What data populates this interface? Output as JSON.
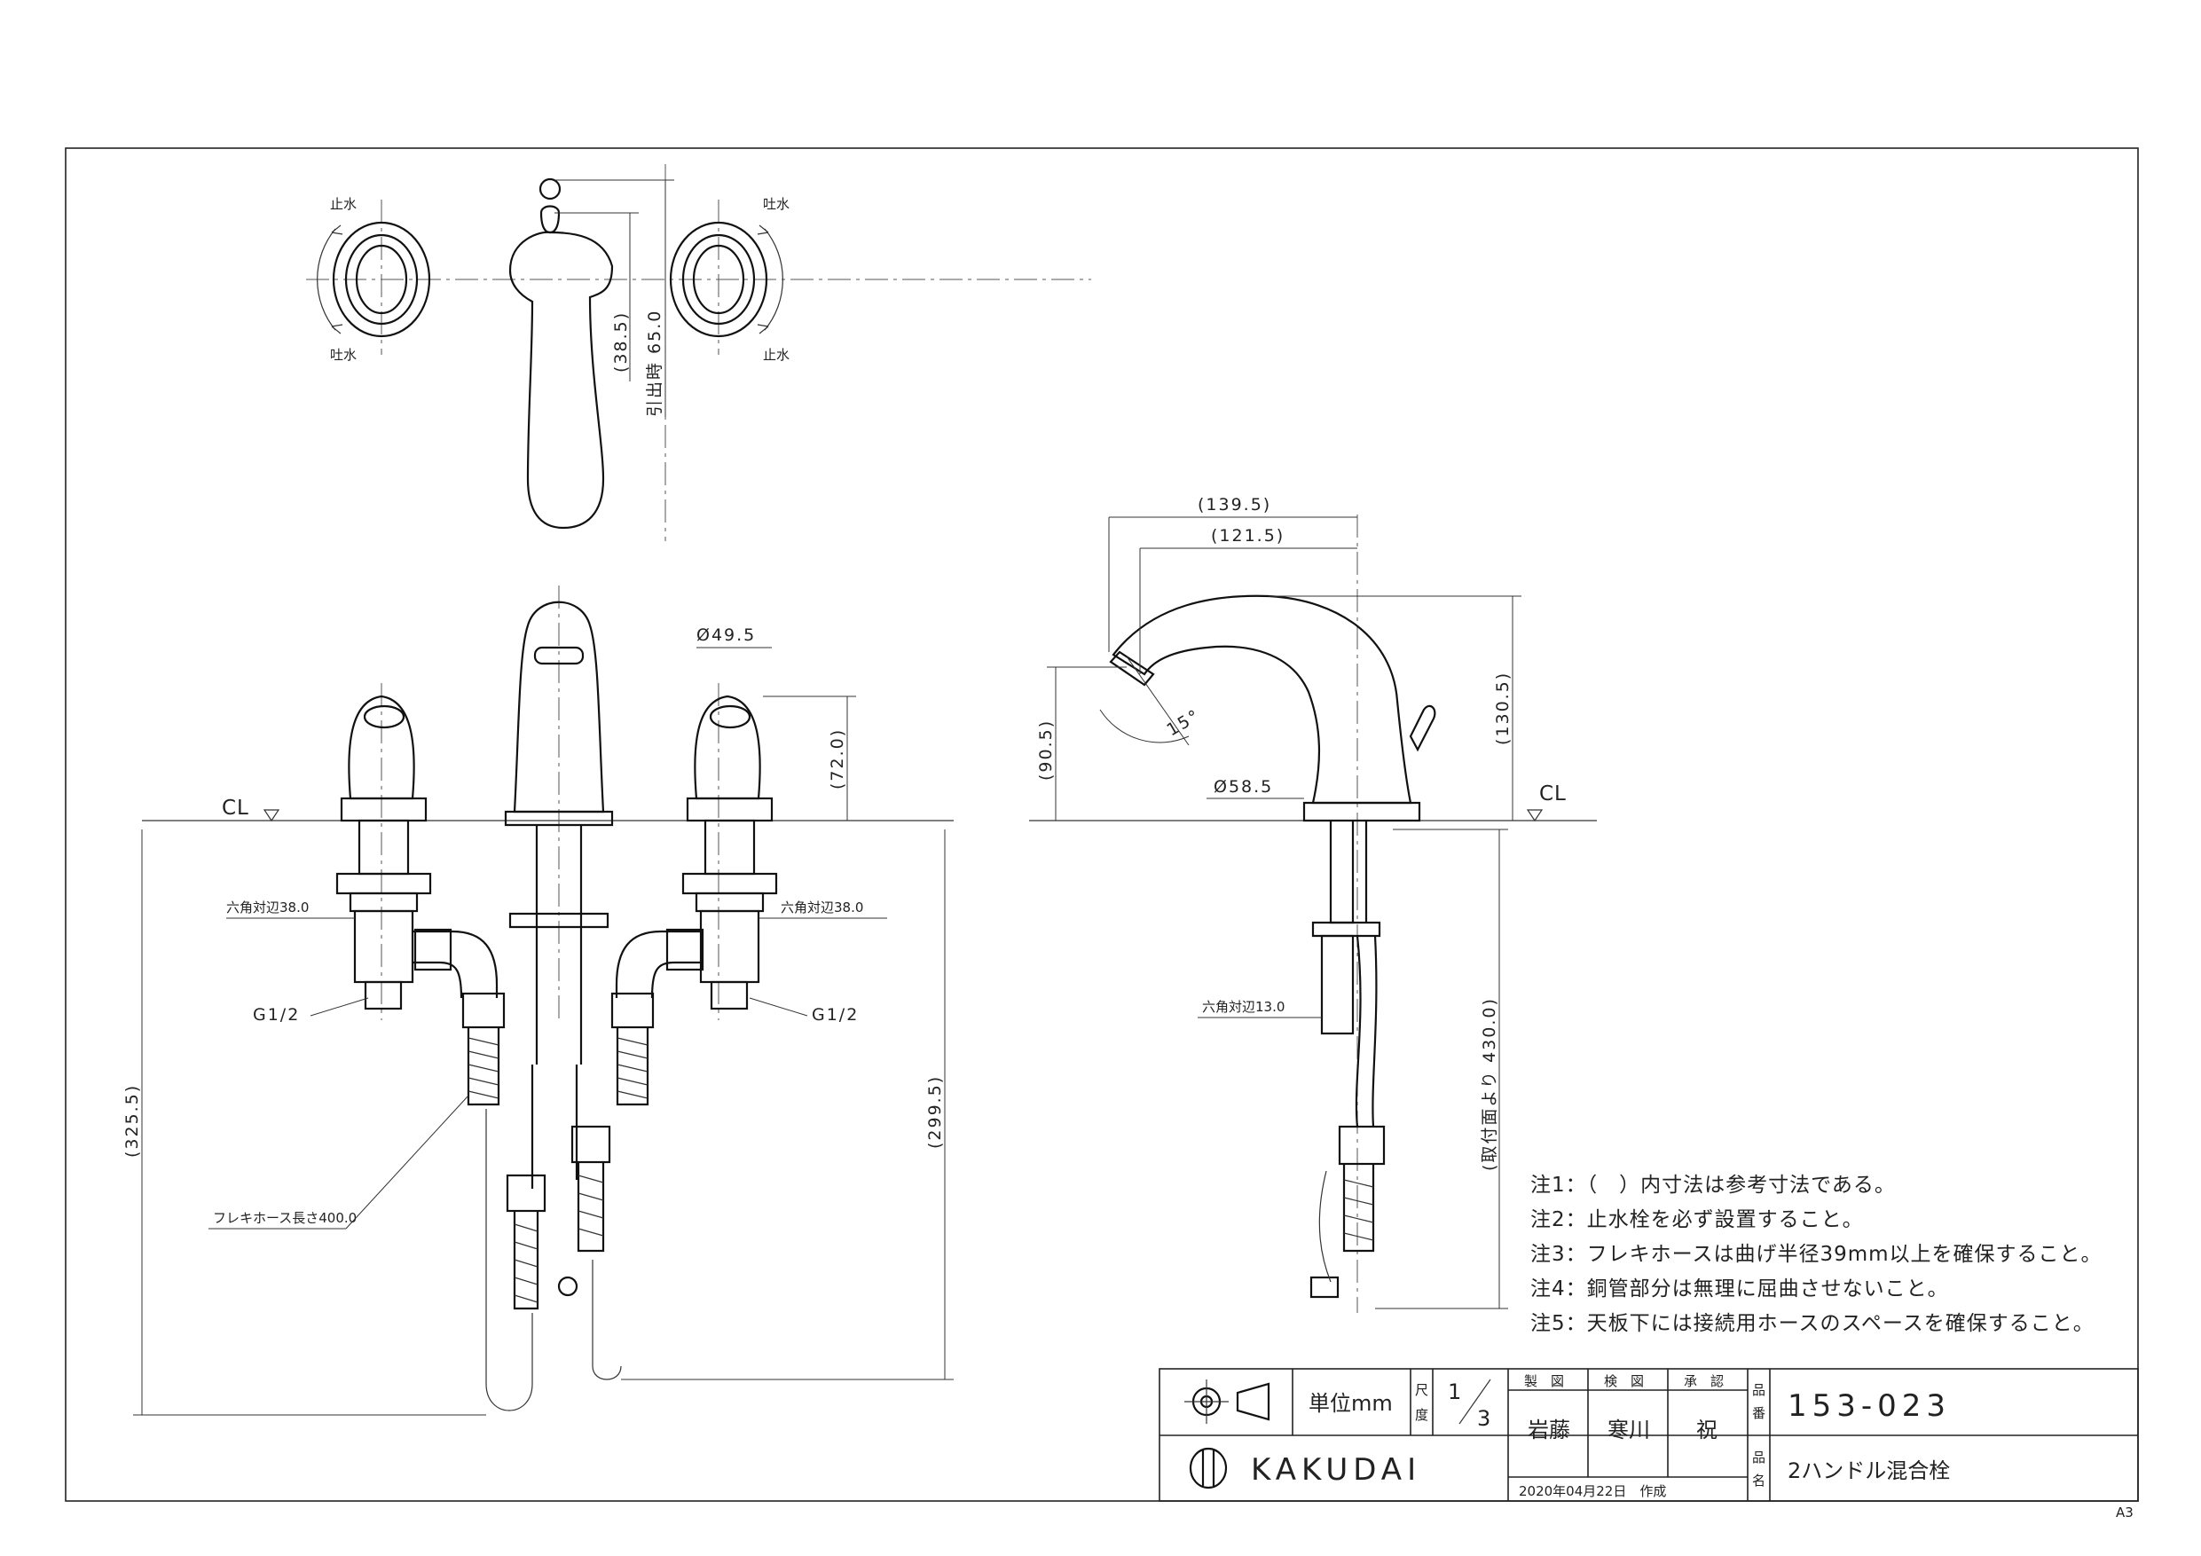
{
  "top_view": {
    "stop_water": "止水",
    "spout_water": "吐水",
    "dim_spout_move": "引出時 65.0",
    "dim_handle_offset": "(38.5)"
  },
  "front_view": {
    "cl": "CL",
    "dim_handle_dia": "Ø49.5",
    "dim_handle_height": "(72.0)",
    "hex_left": "六角対辺38.0",
    "hex_right": "六角対辺38.0",
    "thread_left": "G1/2",
    "thread_right": "G1/2",
    "hose_length": "フレキホース長さ400.0",
    "dim_left_depth": "(325.5)",
    "dim_right_depth": "(299.5)"
  },
  "side_view": {
    "cl": "CL",
    "dim_reach_total": "(139.5)",
    "dim_reach": "(121.5)",
    "dim_spout_height": "(90.5)",
    "dim_total_height": "(130.5)",
    "angle": "15°",
    "dim_base_dia": "Ø58.5",
    "hex_nut": "六角対辺13.0",
    "dim_hose": "(取付面より 430.0)"
  },
  "notes": [
    "注1：（　）内寸法は参考寸法である。",
    "注2：止水栓を必ず設置すること。",
    "注3：フレキホースは曲げ半径39mm以上を確保すること。",
    "注4：銅管部分は無理に屈曲させないこと。",
    "注5：天板下には接続用ホースのスペースを確保すること。"
  ],
  "title_block": {
    "unit_label": "単位mm",
    "scale_label_1": "尺",
    "scale_label_2": "度",
    "scale_num": "1",
    "scale_den": "3",
    "drawn_label": "製　図",
    "checked_label": "検　図",
    "approved_label": "承　認",
    "drawn_by": "岩藤",
    "checked_by": "寒川",
    "approved_by": "祝",
    "part_no_label_1": "品",
    "part_no_label_2": "番",
    "part_no": "153-023",
    "part_name_label_1": "品",
    "part_name_label_2": "名",
    "part_name": "2ハンドル混合栓",
    "company": "KAKUDAI",
    "date": "2020年04月22日　作成"
  },
  "sheet_size": "A3"
}
